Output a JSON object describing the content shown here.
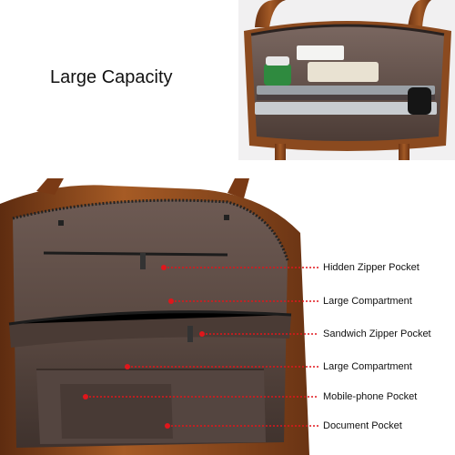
{
  "headline": "Large Capacity",
  "colors": {
    "leather": "#8b4a1f",
    "lining": "#5e4c44",
    "lining_dark": "#3e302a",
    "callout": "#e0161b"
  },
  "callouts": [
    {
      "label": "Hidden Zipper Pocket"
    },
    {
      "label": "Large Compartment"
    },
    {
      "label": "Sandwich Zipper Pocket"
    },
    {
      "label": "Large Compartment"
    },
    {
      "label": "Mobile-phone Pocket"
    },
    {
      "label": "Document Pocket"
    }
  ]
}
